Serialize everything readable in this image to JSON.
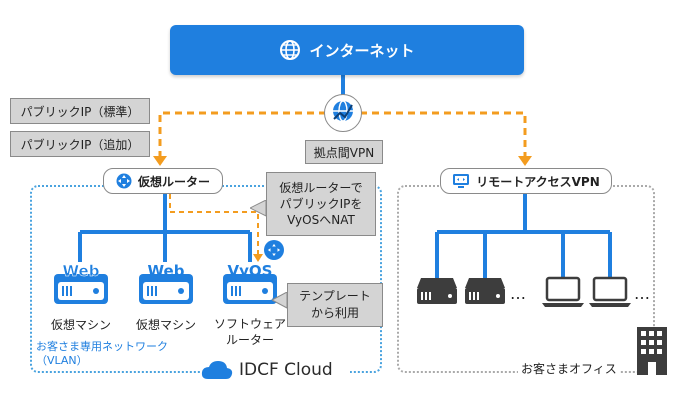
{
  "internet": {
    "label": "インターネット"
  },
  "public_ip": {
    "standard": "パブリックIP（標準）",
    "additional": "パブリックIP（追加）"
  },
  "vpn": {
    "site_to_site": "拠点間VPN",
    "remote_access": "リモートアクセスVPN"
  },
  "router": {
    "label": "仮想ルーター"
  },
  "callout_router": {
    "line1": "仮想ルーターで",
    "line2": "パブリックIPを",
    "line3": "VyOSへNAT"
  },
  "callout_template": {
    "line1": "テンプレート",
    "line2": "から利用"
  },
  "servers": [
    {
      "badge": "Web",
      "label": "仮想マシン"
    },
    {
      "badge": "Web",
      "label": "仮想マシン"
    },
    {
      "badge": "VyOS",
      "label_line1": "ソフトウェア",
      "label_line2": "ルーター"
    }
  ],
  "network": {
    "line1": "お客さま専用ネットワーク",
    "line2": "（VLAN）"
  },
  "brand": {
    "name": "IDCF Cloud"
  },
  "office": {
    "label": "お客さまオフィス",
    "ellipsis1": "…",
    "ellipsis2": "…"
  },
  "colors": {
    "blue": "#1f7fdf",
    "orange": "#f39c1f",
    "grey": "#d4d4d4"
  }
}
